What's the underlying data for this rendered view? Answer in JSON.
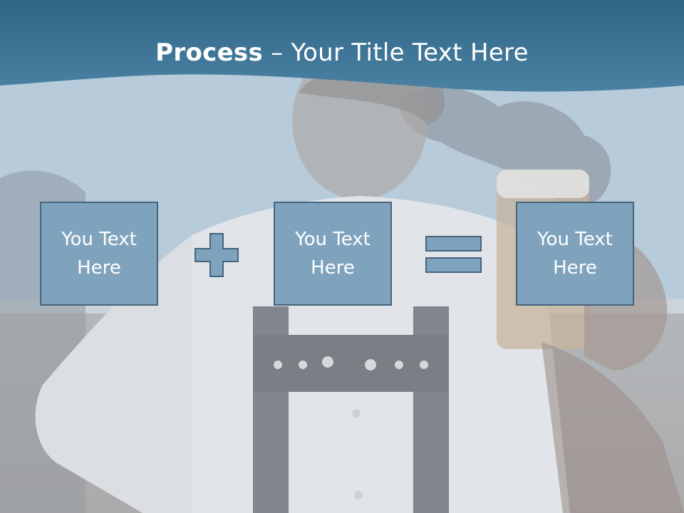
{
  "slide": {
    "title_bold": "Process",
    "title_dash": " – ",
    "title_rest": "Your Title Text Here"
  },
  "process": {
    "boxes": [
      {
        "text": "You Text Here"
      },
      {
        "text": "You Text Here"
      },
      {
        "text": "You Text Here"
      }
    ],
    "operators": [
      "plus-icon",
      "equals-icon"
    ]
  },
  "colors": {
    "title_band": "#3e7394",
    "box_fill": "#7fa3bd",
    "box_border": "#45657c",
    "operator_fill": "#7fa3bd",
    "text": "#ffffff"
  }
}
